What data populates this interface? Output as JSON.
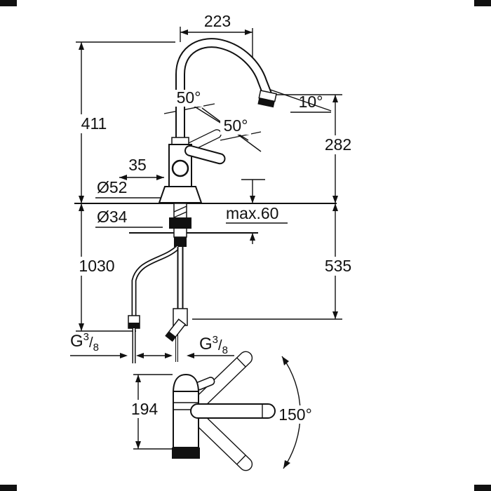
{
  "drawing": {
    "type": "faucet-dimension-drawing",
    "colors": {
      "line": "#111111",
      "background": "#ffffff"
    },
    "labels": {
      "dim_223": "223",
      "angle_50_top": "50°",
      "angle_50_mid": "50°",
      "angle_10": "10°",
      "dim_411": "411",
      "dim_282": "282",
      "dim_35": "35",
      "dia_52": "Ø52",
      "dia_34": "Ø34",
      "max_60": "max.60",
      "dim_1030": "1030",
      "dim_535": "535",
      "dim_194": "194",
      "angle_150": "150°",
      "g38_left": {
        "g": "G",
        "num": "3",
        "slash": "/",
        "den": "8"
      },
      "g38_right": {
        "g": "G",
        "num": "3",
        "slash": "/",
        "den": "8"
      }
    }
  }
}
